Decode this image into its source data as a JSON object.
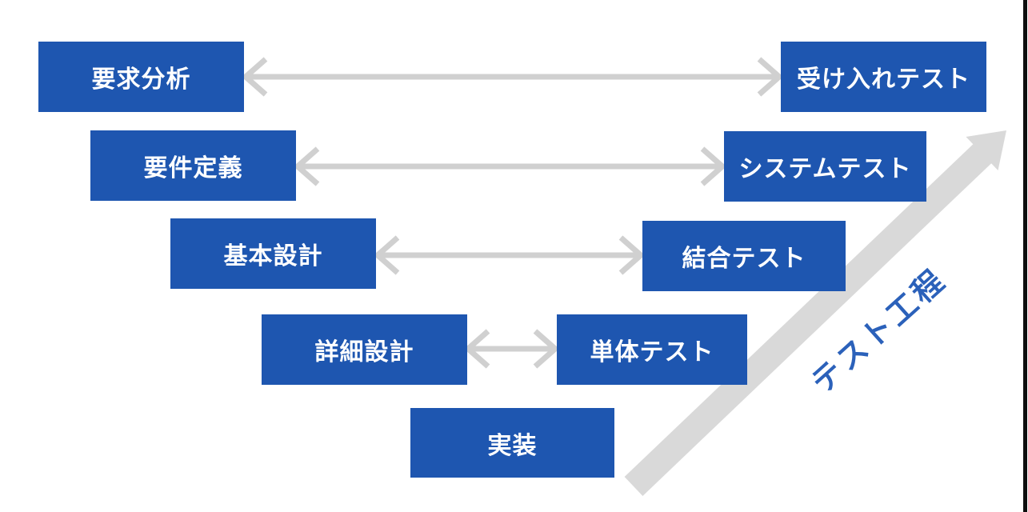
{
  "vmodel": {
    "rows": [
      {
        "left": "要求分析",
        "right": "受け入れテスト"
      },
      {
        "left": "要件定義",
        "right": "システムテスト"
      },
      {
        "left": "基本設計",
        "right": "結合テスト"
      },
      {
        "left": "詳細設計",
        "right": "単体テスト"
      }
    ],
    "bottom_label": "実装",
    "axis_label": "テスト工程",
    "colors": {
      "box_blue": "#1e56b0",
      "big_arrow_gray": "#d9d9d9",
      "connector_gray": "#d0d0d0",
      "axis_label_blue": "#2b61ba",
      "edge_line_black": "#0d0d0d"
    }
  }
}
